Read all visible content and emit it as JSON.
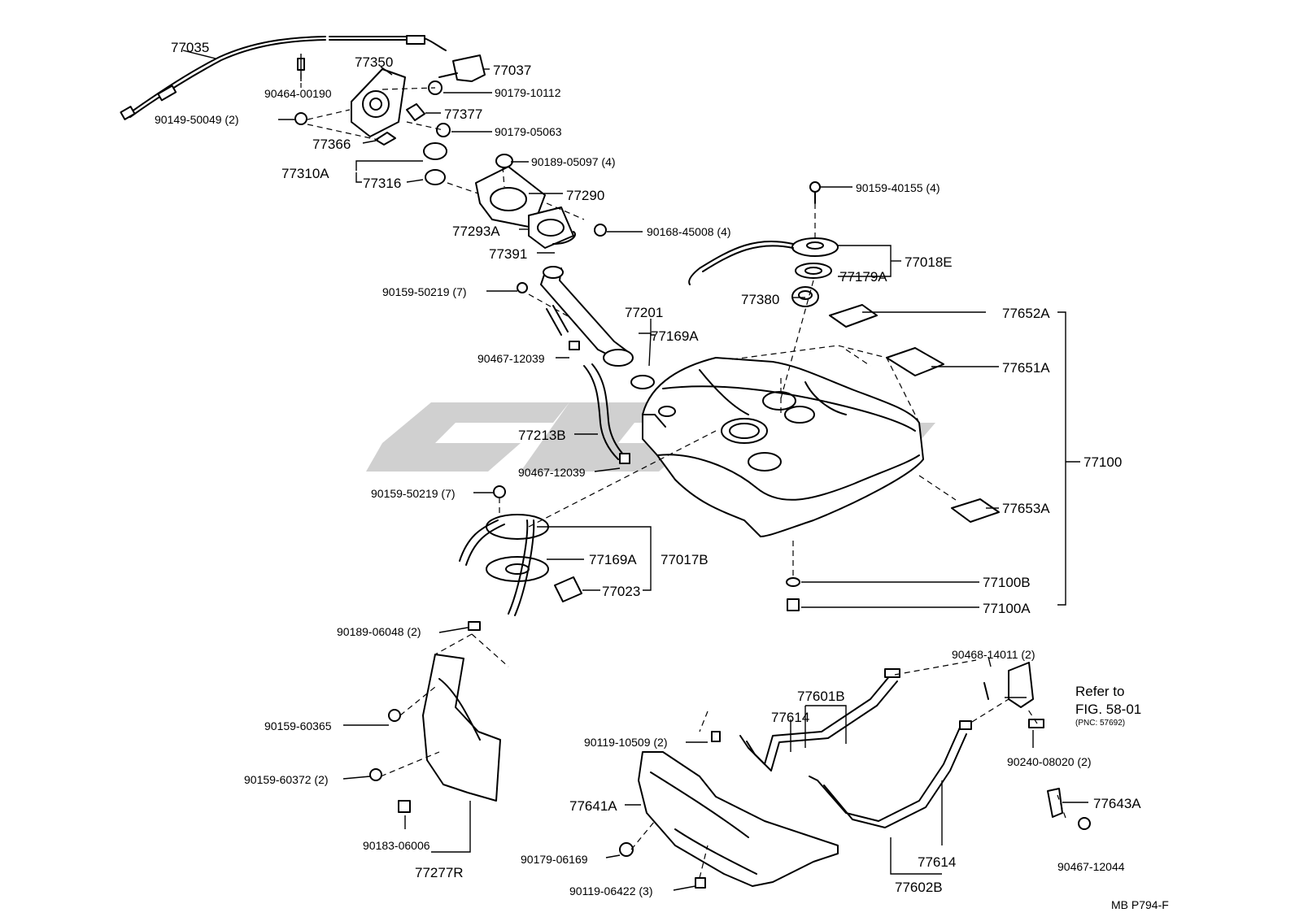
{
  "labels": {
    "l77035": "77035",
    "l90464_00190": "90464-00190",
    "l90149_50049": "90149-50049 (2)",
    "l77350": "77350",
    "l77037": "77037",
    "l90179_10112": "90179-10112",
    "l77377": "77377",
    "l77366": "77366",
    "l90179_05063": "90179-05063",
    "l77310A": "77310A",
    "l77316": "77316",
    "l90189_05097": "90189-05097 (4)",
    "l77290": "77290",
    "l77293A": "77293A",
    "l90168_45008": "90168-45008 (4)",
    "l77391": "77391",
    "l90159_40155": "90159-40155 (4)",
    "l77179A": "77179A",
    "l77018E": "77018E",
    "l77380": "77380",
    "l90159_50219_a": "90159-50219 (7)",
    "l77201": "77201",
    "l77169A_a": "77169A",
    "l77652A": "77652A",
    "l90467_12039_a": "90467-12039",
    "l77651A": "77651A",
    "l77213B": "77213B",
    "l90467_12039_b": "90467-12039",
    "l77100": "77100",
    "l90159_50219_b": "90159-50219 (7)",
    "l77653A": "77653A",
    "l77169A_b": "77169A",
    "l77017B": "77017B",
    "l77023": "77023",
    "l77100B": "77100B",
    "l77100A": "77100A",
    "l90189_06048": "90189-06048 (2)",
    "l90468_14011": "90468-14011 (2)",
    "l77601B": "77601B",
    "l77614_a": "77614",
    "l90159_60365": "90159-60365",
    "l90119_10509": "90119-10509 (2)",
    "l90159_60372": "90159-60372 (2)",
    "l90240_08020": "90240-08020 (2)",
    "l77641A": "77641A",
    "l77643A": "77643A",
    "l90183_06006": "90183-06006",
    "l90179_06169": "90179-06169",
    "l77614_b": "77614",
    "l90467_12044": "90467-12044",
    "l77277R": "77277R",
    "l77602B": "77602B",
    "l90119_06422": "90119-06422 (3)"
  },
  "reference": {
    "line1": "Refer to",
    "line2": "FIG. 58-01",
    "line3": "(PNC: 57692)"
  },
  "footer": {
    "code": "MB P794-F"
  }
}
